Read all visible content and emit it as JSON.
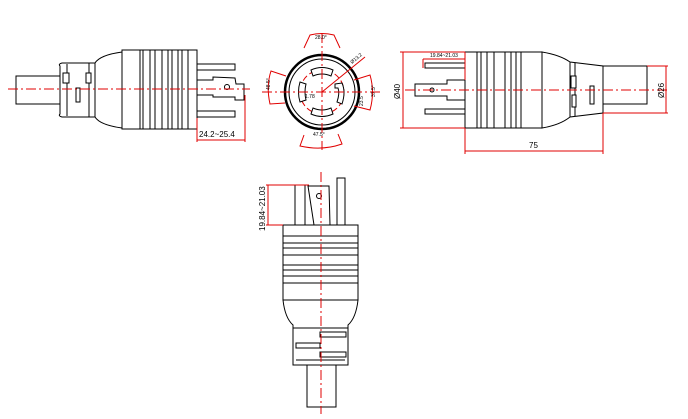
{
  "colors": {
    "outline": "#000000",
    "dimension": "#e00000",
    "background": "#ffffff"
  },
  "side_view_left": {
    "pin_length": "24.2~25.4"
  },
  "front_view": {
    "top_angle": "28.0°",
    "left_angle": "48.5°",
    "right_angle": "37.5°",
    "bottom_angle": "47.5°",
    "pin_radius": "Ø13.2",
    "right_width": "23.5",
    "left_width": "1.78"
  },
  "side_view_right": {
    "body_diameter": "Ø40",
    "cable_diameter": "Ø26",
    "length": "75",
    "pin_length": "19.84~21.03"
  },
  "bottom_view": {
    "pin_length": "19.84~21.03"
  }
}
